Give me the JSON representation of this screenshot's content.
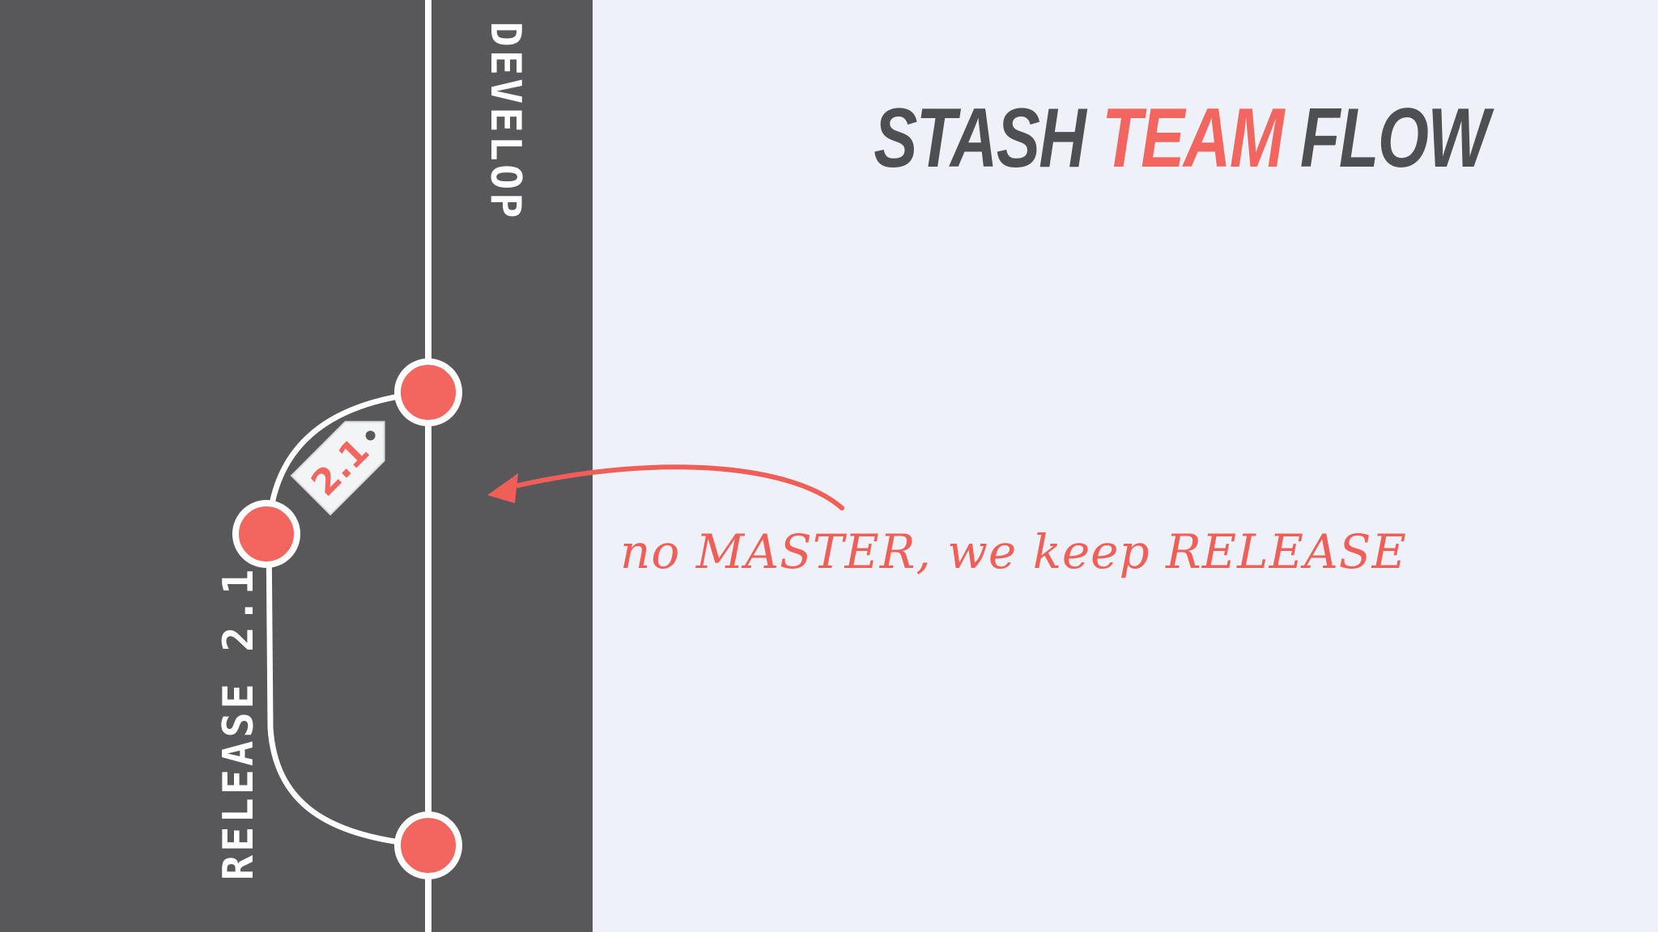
{
  "title": {
    "part1": "STASH ",
    "part2": "TEAM",
    "part3": " FLOW"
  },
  "branches": {
    "develop": "DEVELOP",
    "release": "RELEASE 2.1"
  },
  "tag": {
    "label": "2.1"
  },
  "annotation": "no MASTER, we keep RELEASE",
  "colors": {
    "dark_panel": "#58585a",
    "background": "#eef1f7",
    "accent": "#f2665f",
    "node": "#f2665f",
    "line": "#ffffff"
  },
  "icons": [
    "tag-icon",
    "arrow-icon"
  ]
}
